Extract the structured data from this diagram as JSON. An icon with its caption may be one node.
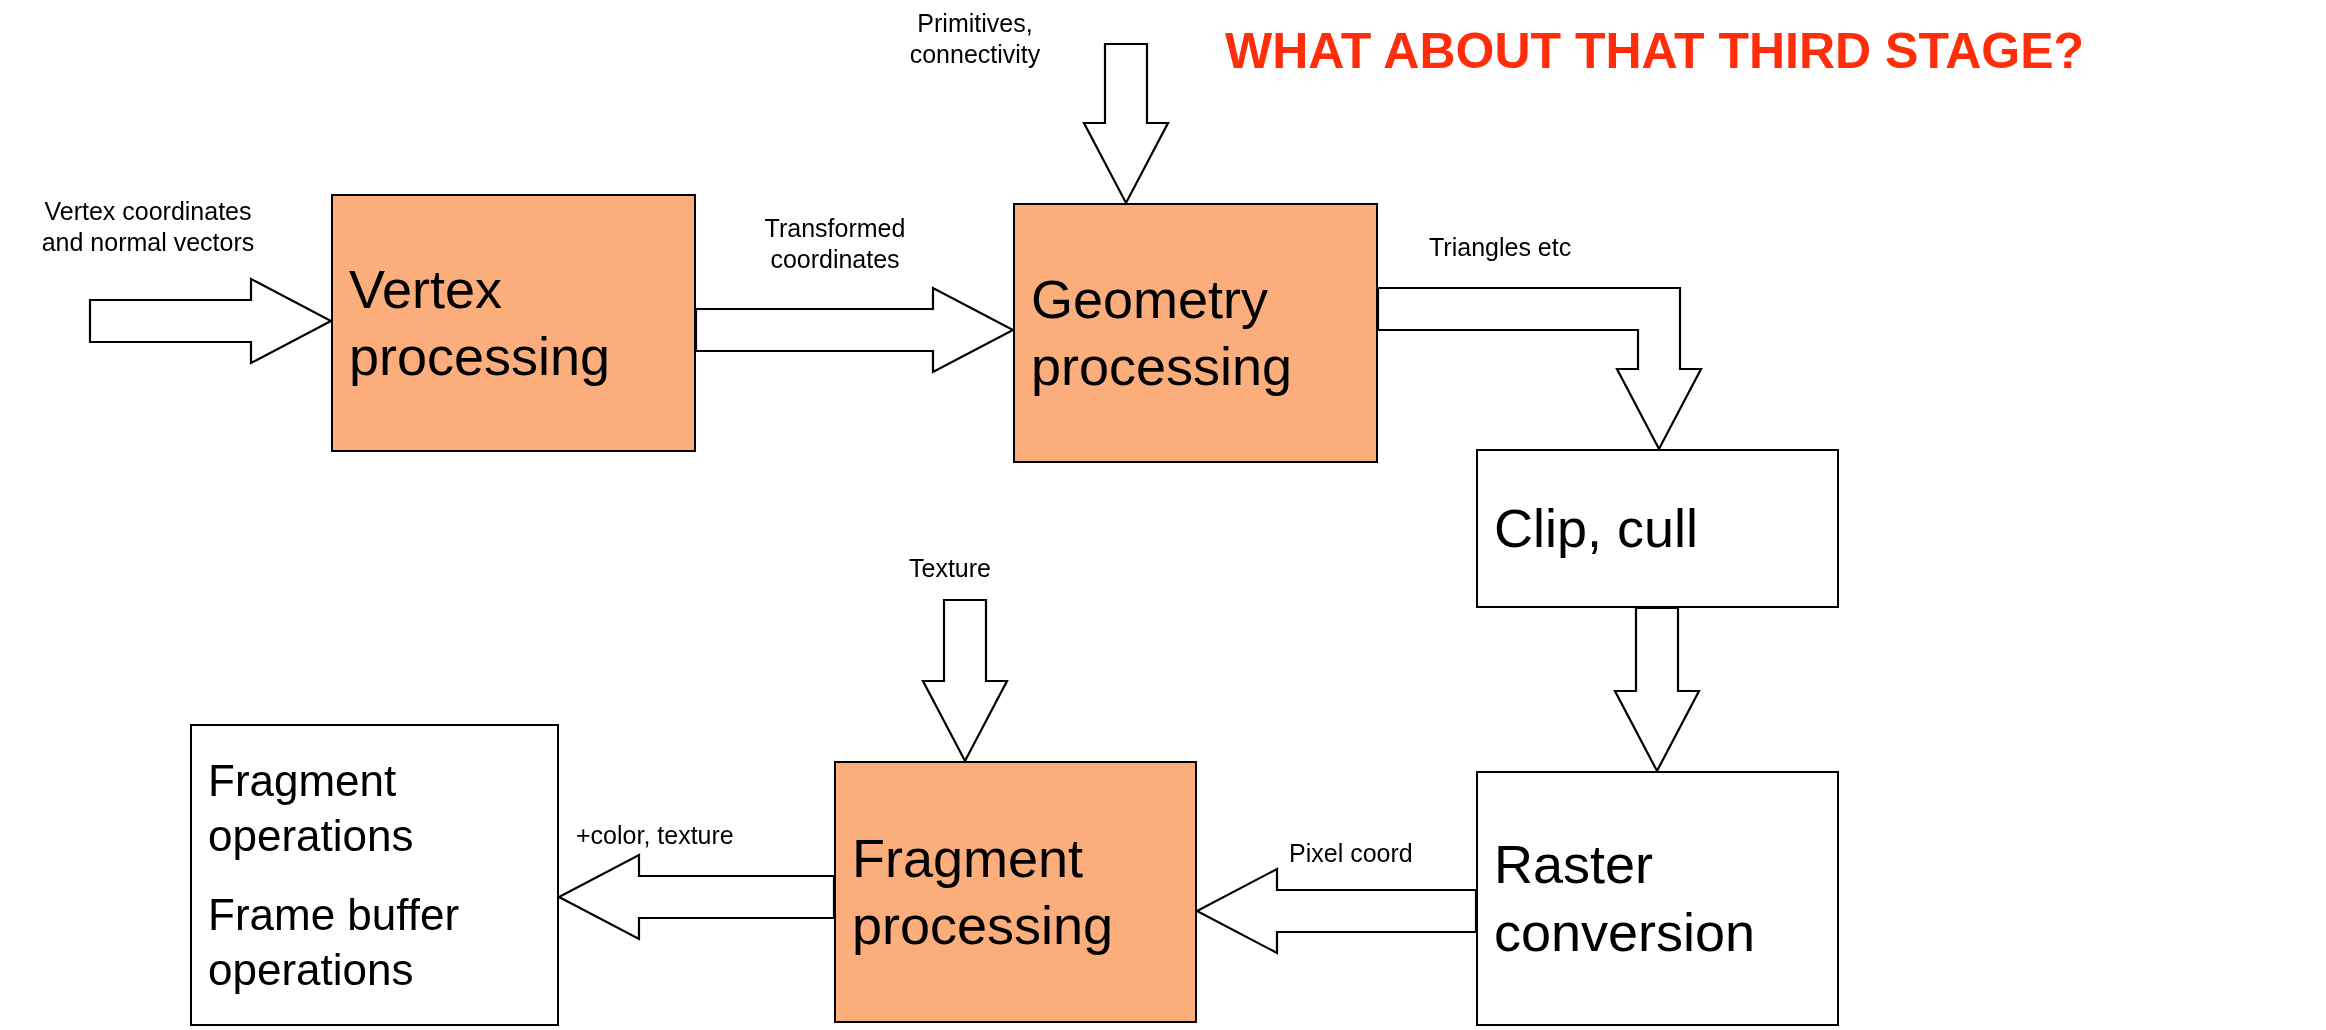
{
  "diagram": {
    "title": "WHAT ABOUT THAT THIRD STAGE?",
    "nodes": [
      {
        "text": [
          "Vertex processing"
        ]
      },
      {
        "text": [
          "Geometry processing"
        ]
      },
      {
        "text": [
          "Clip, cull"
        ]
      },
      {
        "text": [
          "Raster conversion"
        ]
      },
      {
        "text": [
          "Fragment processing"
        ]
      },
      {
        "text": [
          "Fragment operations",
          "Frame buffer operations"
        ]
      }
    ],
    "edges": [
      {
        "from": null,
        "to": 0,
        "arrow": "to",
        "label": "Vertex coordinates and normal vectors"
      },
      {
        "from": 0,
        "to": 1,
        "arrow": "to",
        "label": "Transformed coordinates"
      },
      {
        "from": null,
        "to": 1,
        "arrow": "to",
        "label": "Primitives, connectivity"
      },
      {
        "from": 1,
        "to": 2,
        "arrow": "to",
        "label": "Triangles etc"
      },
      {
        "from": 2,
        "to": 3,
        "arrow": "to"
      },
      {
        "from": 3,
        "to": 4,
        "arrow": "to",
        "label": "Pixel coord"
      },
      {
        "from": null,
        "to": 4,
        "arrow": "to",
        "label": "Texture"
      },
      {
        "from": 4,
        "to": 5,
        "arrow": "to",
        "label": "+color, texture"
      }
    ]
  }
}
